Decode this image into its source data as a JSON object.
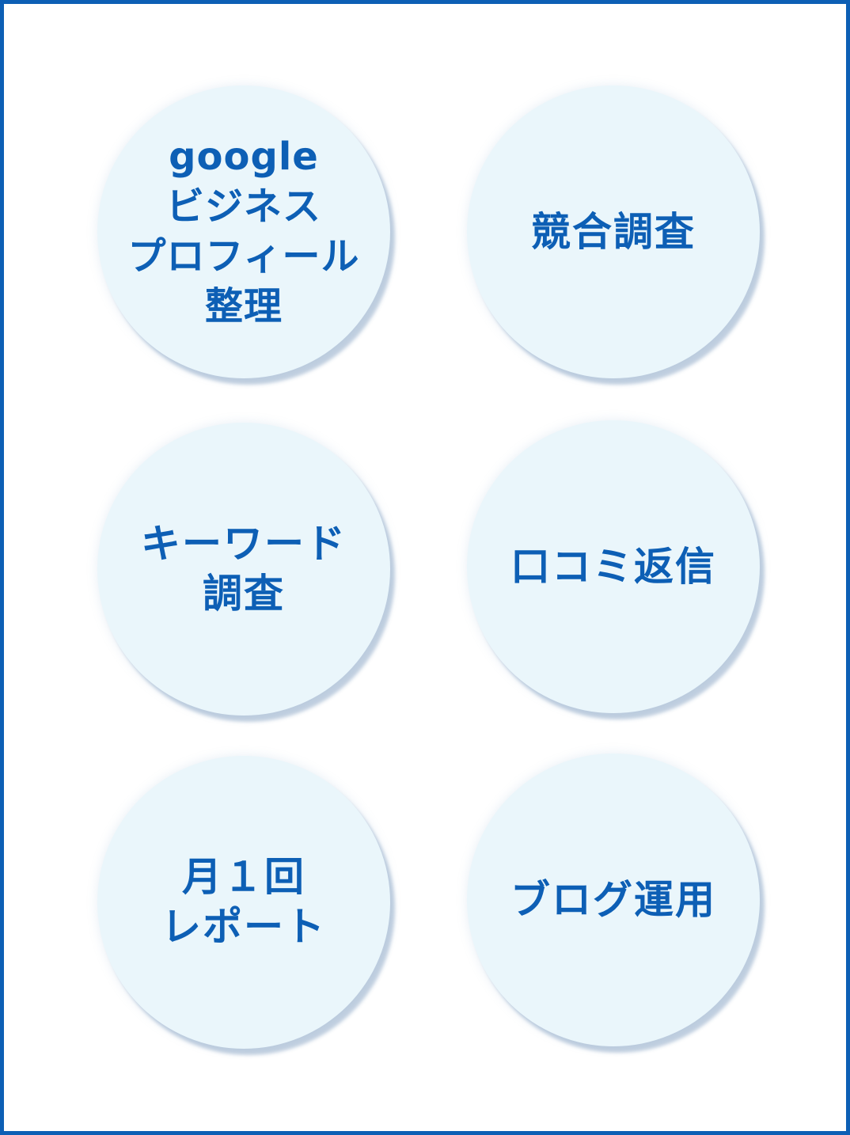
{
  "services": [
    {
      "label": "google\nビジネス\nプロフィール\n整理"
    },
    {
      "label": "競合調査"
    },
    {
      "label": "キーワード\n調査"
    },
    {
      "label": "口コミ返信"
    },
    {
      "label": "月１回\nレポート"
    },
    {
      "label": "ブログ運用"
    }
  ],
  "colors": {
    "accent": "#0d5fb5",
    "circle_fill": "#eaf6fb",
    "background": "#ffffff"
  }
}
